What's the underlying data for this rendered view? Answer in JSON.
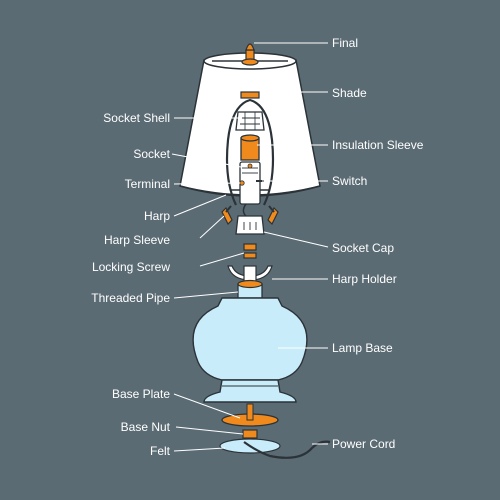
{
  "diagram": {
    "labels": {
      "final": "Final",
      "shade": "Shade",
      "socket_shell": "Socket Shell",
      "insulation_sleeve": "Insulation Sleeve",
      "socket": "Socket",
      "switch": "Switch",
      "terminal": "Terminal",
      "harp": "Harp",
      "harp_sleeve": "Harp Sleeve",
      "socket_cap": "Socket Cap",
      "locking_screw": "Locking Screw",
      "harp_holder": "Harp Holder",
      "threaded_pipe": "Threaded Pipe",
      "lamp_base": "Lamp Base",
      "base_plate": "Base Plate",
      "base_nut": "Base Nut",
      "power_cord": "Power Cord",
      "felt": "Felt"
    },
    "colors": {
      "background": "#5b6b73",
      "shade_fill": "#ffffff",
      "base_fill": "#c9ecfa",
      "accent_orange": "#f08a1c",
      "outline": "#2b3338",
      "leader": "#ffffff"
    }
  }
}
